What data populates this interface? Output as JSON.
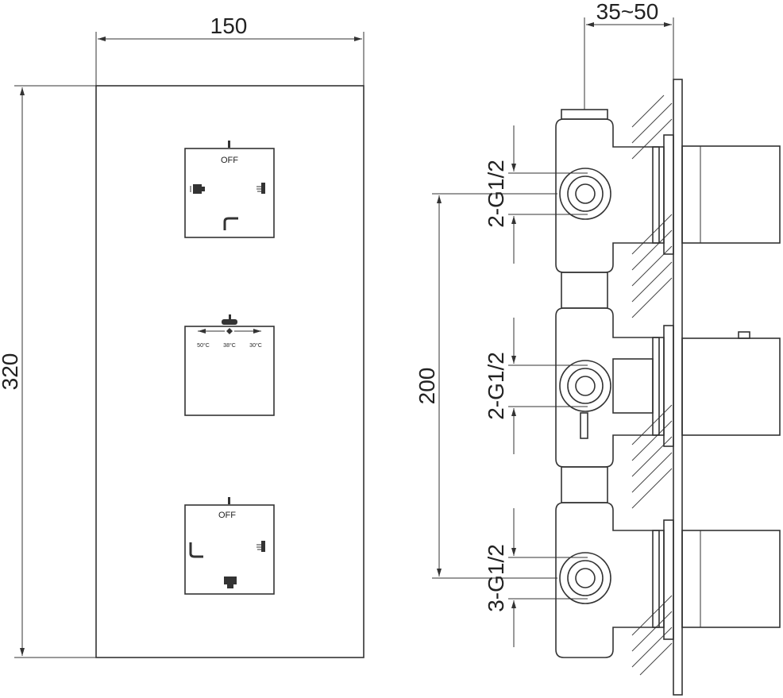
{
  "dimensions": {
    "panel_width": "150",
    "panel_height": "320",
    "wall_depth": "35~50",
    "outlet_spacing": "200"
  },
  "connections": {
    "top": "2-G1/2",
    "middle": "2-G1/2",
    "bottom": "3-G1/2"
  },
  "controls": {
    "top_off_label": "OFF",
    "bottom_off_label": "OFF",
    "temp_left": "50°C",
    "temp_mid": "38°C",
    "temp_right": "30°C"
  },
  "icons": {
    "top_left": "overhead-shower-icon",
    "top_right": "hand-shower-icon",
    "top_bottom": "bath-spout-icon",
    "bottom_left": "bath-spout-icon",
    "bottom_right": "hand-shower-icon",
    "bottom_bottom": "overhead-shower-icon"
  }
}
